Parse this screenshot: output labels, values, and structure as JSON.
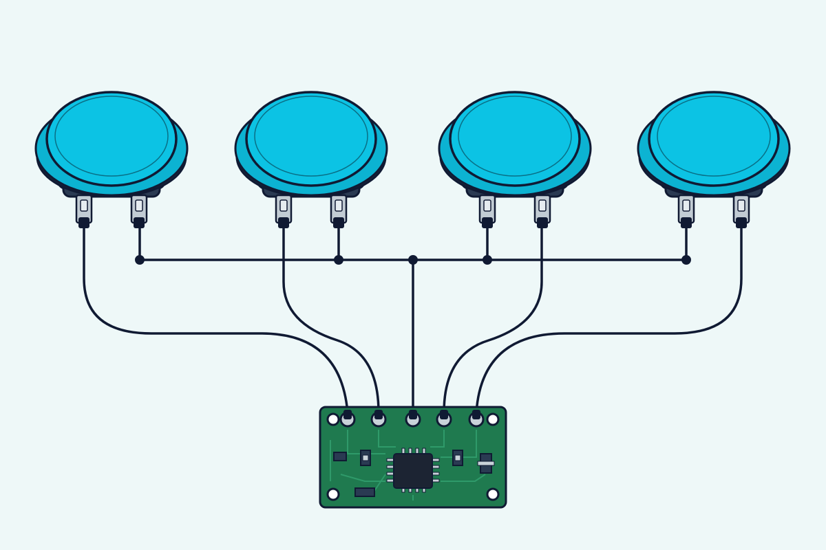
{
  "diagram": {
    "buttons": [
      {
        "id": "button-1",
        "color": "#0cc3e4"
      },
      {
        "id": "button-2",
        "color": "#0cc3e4"
      },
      {
        "id": "button-3",
        "color": "#0cc3e4"
      },
      {
        "id": "button-4",
        "color": "#0cc3e4"
      }
    ],
    "board": {
      "color": "#1f7a4f",
      "pad_count": 5,
      "chip": "microcontroller-chip"
    },
    "colors": {
      "background": "#eef8f8",
      "outline": "#101a33",
      "button_cap": "#0cc3e4",
      "button_housing": "#1e2a3c",
      "terminal": "#b9c3cc",
      "wire": "#101a33",
      "pcb": "#1f7a4f",
      "pcb_trace": "#2f9a6a"
    }
  }
}
